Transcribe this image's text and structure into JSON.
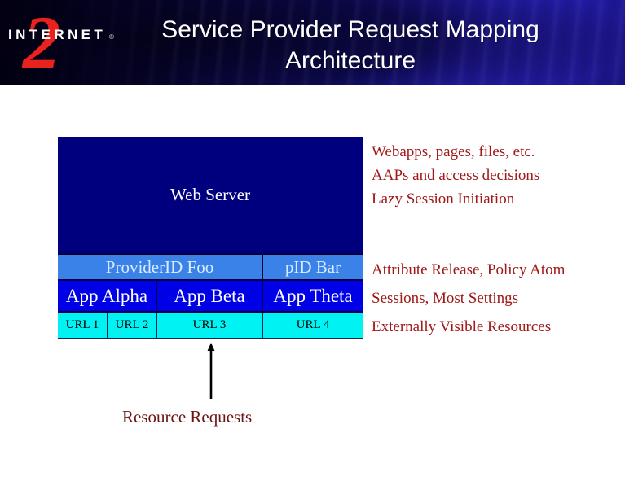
{
  "header": {
    "title": "Service Provider Request Mapping Architecture",
    "logo": {
      "word": "INTERNET",
      "numeral": "2",
      "registered": "®"
    },
    "colors": {
      "banner_dark": "#0b0730",
      "banner_blue": "#2a21c4",
      "logo_red": "#e8231f",
      "title_text": "#ffffff"
    }
  },
  "diagram": {
    "web_server": {
      "label": "Web Server",
      "color": "#00007e",
      "text_color": "#ffffff"
    },
    "provider_row": {
      "color": "#3a82e8",
      "text_color": "#d9ecff",
      "cells": [
        {
          "label": "ProviderID Foo"
        },
        {
          "label": "pID Bar"
        }
      ]
    },
    "app_row": {
      "color": "#0000e6",
      "text_color": "#ffffff",
      "cells": [
        {
          "label": "App Alpha"
        },
        {
          "label": "App Beta"
        },
        {
          "label": "App Theta"
        }
      ]
    },
    "url_row": {
      "color": "#00f2f2",
      "text_color": "#000000",
      "cells": [
        {
          "label": "URL 1"
        },
        {
          "label": "URL 2"
        },
        {
          "label": "URL 3"
        },
        {
          "label": "URL 4"
        }
      ]
    },
    "notes_top": [
      "Webapps, pages, files, etc.",
      "AAPs and access decisions",
      "Lazy Session Initiation"
    ],
    "notes_bottom": [
      "Attribute Release, Policy Atom",
      "Sessions, Most Settings",
      "Externally Visible Resources"
    ],
    "notes_color": "#a01818",
    "arrow": {
      "label": "Resource Requests",
      "direction": "up",
      "color": "#000000"
    }
  }
}
